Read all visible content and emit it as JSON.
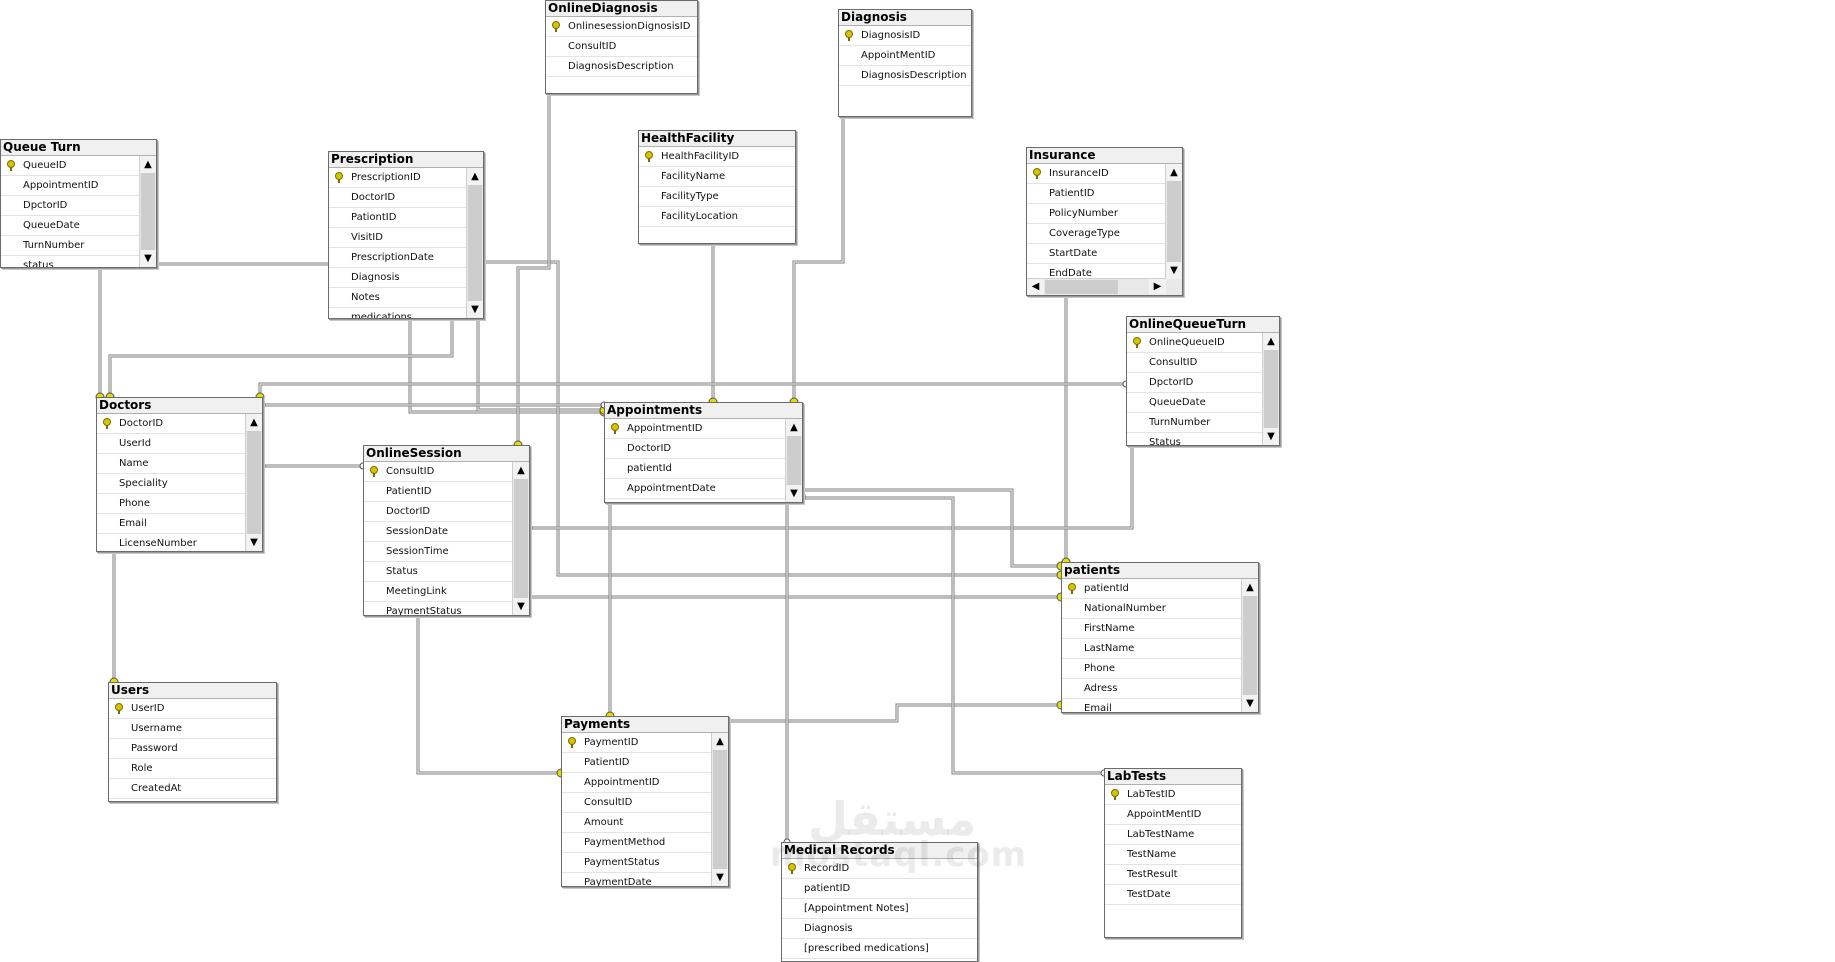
{
  "colors": {
    "connector": "#7d7d7d",
    "endpoint": "#e6dc00",
    "header_bg": "#f0f0f0"
  },
  "watermark": {
    "logo": "مستقل",
    "text": "mostaql.com"
  },
  "tables": [
    {
      "id": "onlinediagnosis",
      "title": "OnlineDiagnosis",
      "fields": [
        {
          "name": "OnlinesessionDignosisID",
          "pk": true
        },
        {
          "name": "ConsultID"
        },
        {
          "name": "DiagnosisDescription"
        }
      ]
    },
    {
      "id": "diagnosis",
      "title": "Diagnosis",
      "fields": [
        {
          "name": "DiagnosisID",
          "pk": true
        },
        {
          "name": "AppointMentID"
        },
        {
          "name": "DiagnosisDescription"
        }
      ]
    },
    {
      "id": "queueturn",
      "title": "Queue Turn",
      "scroll": true,
      "fields": [
        {
          "name": "QueueID",
          "pk": true
        },
        {
          "name": "AppointmentID"
        },
        {
          "name": "DpctorID"
        },
        {
          "name": "QueueDate"
        },
        {
          "name": "TurnNumber"
        },
        {
          "name": "status"
        }
      ]
    },
    {
      "id": "prescription",
      "title": "Prescription",
      "scroll": true,
      "fields": [
        {
          "name": "PrescriptionID",
          "pk": true
        },
        {
          "name": "DoctorID"
        },
        {
          "name": "PationtID"
        },
        {
          "name": "VisitID"
        },
        {
          "name": "PrescriptionDate"
        },
        {
          "name": "Diagnosis"
        },
        {
          "name": "Notes"
        },
        {
          "name": "medications"
        }
      ]
    },
    {
      "id": "healthfacility",
      "title": "HealthFacility",
      "fields": [
        {
          "name": "HealthFacilityID",
          "pk": true
        },
        {
          "name": "FacilityName"
        },
        {
          "name": "FacilityType"
        },
        {
          "name": "FacilityLocation"
        }
      ]
    },
    {
      "id": "insurance",
      "title": "Insurance",
      "scroll": true,
      "hscroll": true,
      "fields": [
        {
          "name": "InsuranceID",
          "pk": true
        },
        {
          "name": "PatientID"
        },
        {
          "name": "PolicyNumber"
        },
        {
          "name": "CoverageType"
        },
        {
          "name": "StartDate"
        },
        {
          "name": "EndDate"
        }
      ]
    },
    {
      "id": "onlinequeueturn",
      "title": "OnlineQueueTurn",
      "scroll": true,
      "fields": [
        {
          "name": "OnlineQueueID",
          "pk": true
        },
        {
          "name": "ConsultID"
        },
        {
          "name": "DpctorID"
        },
        {
          "name": "QueueDate"
        },
        {
          "name": "TurnNumber"
        },
        {
          "name": "Status"
        }
      ]
    },
    {
      "id": "doctors",
      "title": "Doctors",
      "scroll": true,
      "fields": [
        {
          "name": "DoctorID",
          "pk": true
        },
        {
          "name": "UserId"
        },
        {
          "name": "Name"
        },
        {
          "name": "Speciality"
        },
        {
          "name": "Phone"
        },
        {
          "name": "Email"
        },
        {
          "name": "LicenseNumber"
        }
      ]
    },
    {
      "id": "appointments",
      "title": "Appointments",
      "scroll": true,
      "fields": [
        {
          "name": "AppointmentID",
          "pk": true
        },
        {
          "name": "DoctorID"
        },
        {
          "name": "patientId"
        },
        {
          "name": "AppointmentDate"
        }
      ]
    },
    {
      "id": "onlinesession",
      "title": "OnlineSession",
      "scroll": true,
      "fields": [
        {
          "name": "ConsultID",
          "pk": true
        },
        {
          "name": "PatientID"
        },
        {
          "name": "DoctorID"
        },
        {
          "name": "SessionDate"
        },
        {
          "name": "SessionTime"
        },
        {
          "name": "Status"
        },
        {
          "name": "MeetingLink"
        },
        {
          "name": "PaymentStatus"
        }
      ]
    },
    {
      "id": "patients",
      "title": "patients",
      "scroll": true,
      "fields": [
        {
          "name": "patientId",
          "pk": true
        },
        {
          "name": "NationalNumber"
        },
        {
          "name": "FirstName"
        },
        {
          "name": "LastName"
        },
        {
          "name": "Phone"
        },
        {
          "name": "Adress"
        },
        {
          "name": "Email"
        }
      ]
    },
    {
      "id": "users",
      "title": "Users",
      "fields": [
        {
          "name": "UserID",
          "pk": true
        },
        {
          "name": "Username"
        },
        {
          "name": "Password"
        },
        {
          "name": "Role"
        },
        {
          "name": "CreatedAt"
        }
      ]
    },
    {
      "id": "payments",
      "title": "Payments",
      "scroll": true,
      "fields": [
        {
          "name": "PaymentID",
          "pk": true
        },
        {
          "name": "PatientID"
        },
        {
          "name": "AppointmentID"
        },
        {
          "name": "ConsultID"
        },
        {
          "name": "Amount"
        },
        {
          "name": "PaymentMethod"
        },
        {
          "name": "PaymentStatus"
        },
        {
          "name": "PaymentDate"
        }
      ]
    },
    {
      "id": "medicalrecords",
      "title": "Medical Records",
      "fields": [
        {
          "name": "RecordID",
          "pk": true
        },
        {
          "name": "patientID"
        },
        {
          "name": "[Appointment Notes]"
        },
        {
          "name": "Diagnosis"
        },
        {
          "name": "[prescribed medications]"
        }
      ]
    },
    {
      "id": "labtests",
      "title": "LabTests",
      "fields": [
        {
          "name": "LabTestID",
          "pk": true
        },
        {
          "name": "AppointMentID"
        },
        {
          "name": "LabTestName"
        },
        {
          "name": "TestName"
        },
        {
          "name": "TestResult"
        },
        {
          "name": "TestDate"
        }
      ]
    }
  ],
  "relationships": [
    {
      "from": "queueturn",
      "to": "doctors"
    },
    {
      "from": "queueturn",
      "to": "appointments"
    },
    {
      "from": "prescription",
      "to": "doctors"
    },
    {
      "from": "prescription",
      "to": "patients"
    },
    {
      "from": "prescription",
      "to": "appointments"
    },
    {
      "from": "onlinediagnosis",
      "to": "onlinesession"
    },
    {
      "from": "diagnosis",
      "to": "appointments"
    },
    {
      "from": "healthfacility",
      "to": "appointments"
    },
    {
      "from": "insurance",
      "to": "patients"
    },
    {
      "from": "onlinequeueturn",
      "to": "doctors"
    },
    {
      "from": "onlinequeueturn",
      "to": "onlinesession"
    },
    {
      "from": "doctors",
      "to": "users"
    },
    {
      "from": "onlinesession",
      "to": "doctors"
    },
    {
      "from": "onlinesession",
      "to": "patients"
    },
    {
      "from": "appointments",
      "to": "doctors"
    },
    {
      "from": "appointments",
      "to": "patients"
    },
    {
      "from": "payments",
      "to": "appointments"
    },
    {
      "from": "payments",
      "to": "onlinesession"
    },
    {
      "from": "payments",
      "to": "patients"
    },
    {
      "from": "medicalrecords",
      "to": "patients"
    },
    {
      "from": "labtests",
      "to": "appointments"
    }
  ]
}
